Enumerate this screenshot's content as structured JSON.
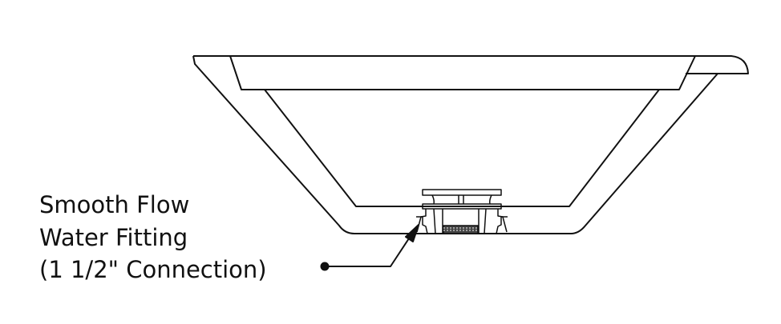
{
  "callout": {
    "lines": [
      "Smooth Flow",
      "Water Fitting",
      "(1 1/2\" Connection)"
    ]
  },
  "colors": {
    "stroke": "#111111",
    "background": "#ffffff"
  }
}
